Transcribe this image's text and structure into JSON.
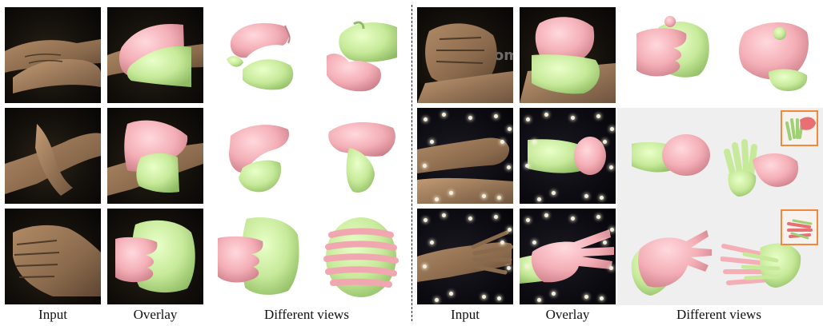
{
  "colors": {
    "left_hand_mesh": "#f4aeb6",
    "right_hand_mesh": "#c7ea9a",
    "inset_border": "#ef8a3c"
  },
  "captions": {
    "left": {
      "input": "Input",
      "overlay": "Overlay",
      "views": "Different views"
    },
    "right": {
      "input": "Input",
      "overlay": "Overlay",
      "views": "Different views"
    }
  },
  "photo_watermark": "Xom"
}
